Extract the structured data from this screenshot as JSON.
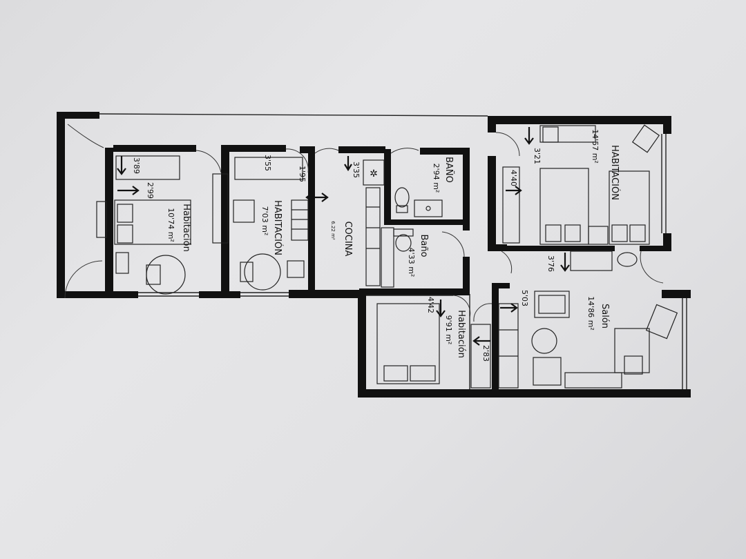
{
  "rooms": {
    "habitacion_1": {
      "name": "Habitación",
      "area": "10'74 m²"
    },
    "habitacion_2": {
      "name": "HABITACIÓN",
      "area": "7'03 m²"
    },
    "cocina": {
      "name": "COCINA",
      "area": "6.22 m²"
    },
    "bano_1": {
      "name": "BAÑO",
      "area": "2'94 m²"
    },
    "bano_2": {
      "name": "Baño",
      "area": "4'33 m²"
    },
    "habitacion_3": {
      "name": "HABITACIÓN",
      "area": "14'57 m²"
    },
    "habitacion_4": {
      "name": "Habitación",
      "area": "9'91 m²"
    },
    "salon": {
      "name": "Salón",
      "area": "14'86 m²"
    }
  },
  "measurements": {
    "m_389": "3'89",
    "m_299": "2'99",
    "m_355": "3'55",
    "m_195": "1'95",
    "m_335": "3'35",
    "m_321": "3'21",
    "m_440": "4'40",
    "m_376": "3'76",
    "m_503": "5'03",
    "m_442": "4'42",
    "m_283": "2'83"
  }
}
